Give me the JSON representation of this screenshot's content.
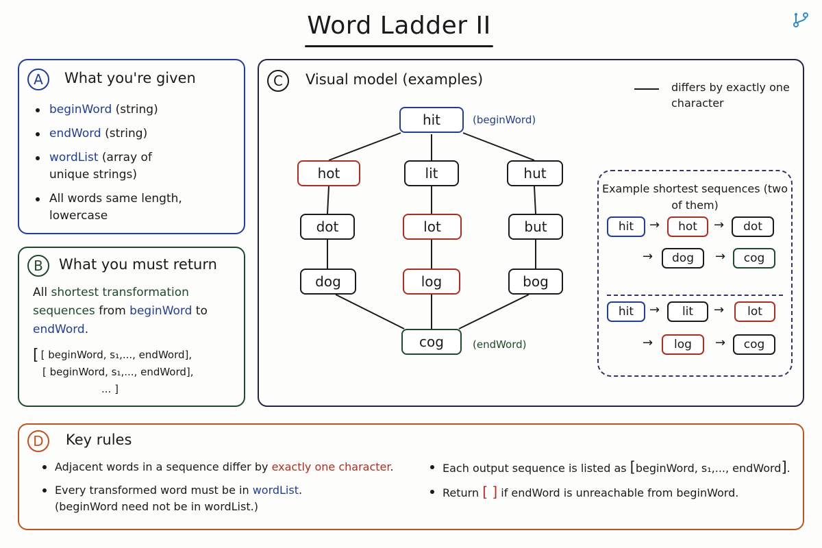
{
  "title": "Word Ladder II",
  "header_icon": "git-branch-icon",
  "colors": {
    "blue": "#1f3da0",
    "red": "#b42b1d",
    "green": "#1d4a2a",
    "orange": "#c0521f",
    "navy": "#23234a"
  },
  "panel_a": {
    "badge": "A",
    "title": "What you're given",
    "items": [
      {
        "term": "beginWord",
        "desc": "(string)"
      },
      {
        "term": "endWord",
        "desc": "(string)"
      },
      {
        "term": "wordList",
        "desc": "(array of unique strings)"
      },
      {
        "text": "All words same length, lowercase"
      }
    ]
  },
  "panel_b": {
    "badge": "B",
    "title": "What you must return",
    "text_pre": "All",
    "text_highlight": "shortest transformation sequences",
    "text_from": "from",
    "begin": "beginWord",
    "text_to": "to",
    "end": "endWord",
    "text_end": ".",
    "return_rows": [
      "[ beginWord, s₁,..., endWord],",
      "[ beginWord, s₁,..., endWord],",
      "... ]"
    ],
    "outer_open": "["
  },
  "panel_c": {
    "badge": "C",
    "title": "Visual model (examples)",
    "legend": "differs by exactly one character",
    "graph": {
      "nodes": {
        "hit": "hit",
        "hot": "hot",
        "lit": "lit",
        "hut": "hut",
        "dot": "dot",
        "lot": "lot",
        "but": "but",
        "dog": "dog",
        "log": "log",
        "bog": "bog",
        "cog": "cog"
      },
      "begin_annotation": "(beginWord)",
      "end_annotation": "(endWord)"
    },
    "examples": {
      "title": "Example shortest sequences (two of them)",
      "seq1": [
        "hit",
        "hot",
        "dot",
        "dog",
        "cog"
      ],
      "seq2": [
        "hit",
        "lit",
        "lot",
        "log",
        "cog"
      ],
      "arrow": "→"
    }
  },
  "panel_d": {
    "badge": "D",
    "title": "Key rules",
    "rule1_pre": "Adjacent words in a sequence differ by",
    "rule1_highlight": "exactly one character",
    "rule1_end": ".",
    "rule2_pre": "Every transformed word must be in",
    "rule2_highlight": "wordList",
    "rule2_end": ".",
    "rule2_note": "(beginWord need not be in wordList.)",
    "rule3_pre": "Each output sequence is listed as",
    "rule3_seq": "beginWord, s₁,..., endWord",
    "rule3_open": "[",
    "rule3_close": "]",
    "rule3_end": ".",
    "rule4_pre": "Return",
    "rule4_empty": "[ ]",
    "rule4_post": "if endWord is unreachable from beginWord."
  }
}
